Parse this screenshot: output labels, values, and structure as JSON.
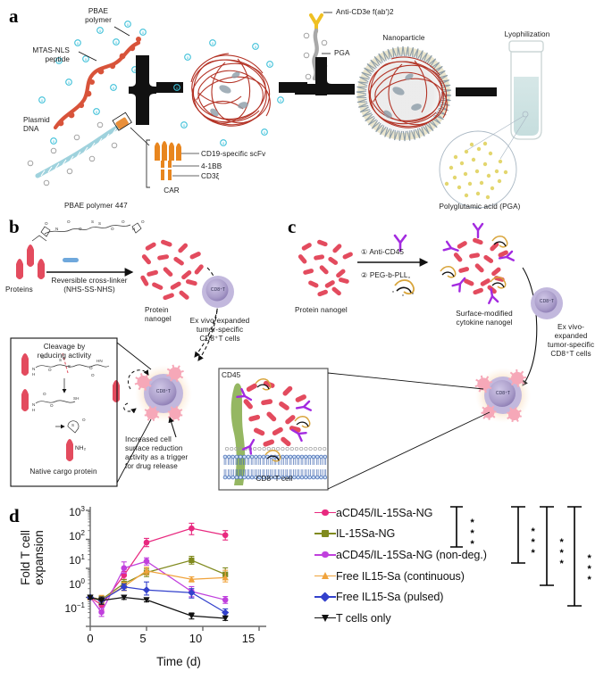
{
  "panels": {
    "a": {
      "letter": "a",
      "labels": [
        {
          "id": "pbae-polymer",
          "text": "PBAE\npolymer"
        },
        {
          "id": "mtas-nls-peptide",
          "text": "MTAS-NLS\npeptide"
        },
        {
          "id": "plasmid-dna",
          "text": "Plasmid\nDNA"
        },
        {
          "id": "cd19-scfv",
          "text": "CD19-specific scFv"
        },
        {
          "id": "4-1bb",
          "text": "4-1BB"
        },
        {
          "id": "cd3zeta",
          "text": "CD3ξ"
        },
        {
          "id": "car",
          "text": "CAR"
        },
        {
          "id": "pbae-polymer-447",
          "text": "PBAE polymer 447"
        },
        {
          "id": "anti-cd3e",
          "text": "Anti-CD3e f(ab')2"
        },
        {
          "id": "pga",
          "text": "PGA"
        },
        {
          "id": "nanoparticle",
          "text": "Nanoparticle"
        },
        {
          "id": "lyophilization",
          "text": "Lyophilization"
        },
        {
          "id": "polyglutamic-acid",
          "text": "Polyglutamic acid (PGA)"
        }
      ]
    },
    "b": {
      "letter": "b",
      "labels": [
        {
          "id": "proteins",
          "text": "Proteins"
        },
        {
          "id": "reversible-cross-linker",
          "text": "Reversible cross-linker\n(NHS-SS-NHS)"
        },
        {
          "id": "protein-nanogel",
          "text": "Protein\nnanogel"
        },
        {
          "id": "ex-vivo-expanded",
          "text": "Ex vivo-expanded\ntumor-specific\nCD8⁺T cells"
        },
        {
          "id": "cleavage-by-reducing",
          "text": "Cleavage by\nreducing activity"
        },
        {
          "id": "native-cargo-protein",
          "text": "Native cargo protein"
        },
        {
          "id": "increased-cell-surface",
          "text": "Increased cell\nsurface reduction\nactivity as a trigger\nfor drug release"
        },
        {
          "id": "cd8t-cell-badge",
          "text": "CD8⁺T"
        },
        {
          "id": "nh2-tag",
          "text": "NH₂"
        },
        {
          "id": "sh-tag",
          "text": "SH"
        },
        {
          "id": "hn-tag",
          "text": "HN"
        },
        {
          "id": "n-tag",
          "text": "N"
        },
        {
          "id": "h-tag",
          "text": "H"
        },
        {
          "id": "o-tag",
          "text": "O"
        },
        {
          "id": "s-tag",
          "text": "S"
        }
      ]
    },
    "c": {
      "letter": "c",
      "labels": [
        {
          "id": "protein-nanogel",
          "text": "Protein nanogel"
        },
        {
          "id": "step-1-anti-cd45",
          "text": "① Anti-CD45"
        },
        {
          "id": "step-2-peg-b-pll",
          "text": "② PEG-b-PLL"
        },
        {
          "id": "surface-modified",
          "text": "Surface-modified\ncytokine nanogel"
        },
        {
          "id": "ex-vivo-expanded",
          "text": "Ex vivo-\nexpanded\ntumor-specific\nCD8⁺T cells"
        },
        {
          "id": "cd45",
          "text": "CD45"
        },
        {
          "id": "cd8t-cell",
          "text": "CD8⁺T cell"
        },
        {
          "id": "cd8t-cell-badge",
          "text": "CD8⁺T"
        }
      ]
    },
    "d": {
      "letter": "d"
    }
  },
  "chart_data": {
    "type": "line",
    "title": "",
    "xlabel": "Time (d)",
    "ylabel": "Fold T cell expansion",
    "xlim": [
      0,
      15
    ],
    "ylim": [
      0.1,
      1000
    ],
    "yscale": "log",
    "xticks": [
      0,
      5,
      10,
      15
    ],
    "xticklabels": [
      "0",
      "5",
      "10",
      "15"
    ],
    "yticks": [
      0.1,
      1,
      10,
      100,
      1000
    ],
    "yticklabels": [
      "10⁻¹",
      "10⁰",
      "10¹",
      "10²",
      "10³"
    ],
    "grid": false,
    "legend_position": "right",
    "x": [
      0,
      1,
      3,
      5,
      9,
      12
    ],
    "series": [
      {
        "name": "aCD45/IL-15Sa-NG",
        "color": "#e8297f",
        "marker": "circle",
        "values": [
          1.0,
          0.55,
          5.8,
          78,
          240,
          140
        ],
        "err_low": [
          0.12,
          0.18,
          1.6,
          22,
          95,
          45
        ],
        "err_high": [
          0.14,
          0.25,
          2.0,
          30,
          120,
          60
        ]
      },
      {
        "name": "IL-15Sa-NG",
        "color": "#808a1e",
        "marker": "square",
        "values": [
          1.0,
          0.85,
          3.0,
          7.2,
          19,
          6.2
        ],
        "err_low": [
          0.12,
          0.22,
          0.9,
          2.0,
          5.0,
          2.0
        ],
        "err_high": [
          0.14,
          0.28,
          1.1,
          2.6,
          7.0,
          4.2
        ]
      },
      {
        "name": "aCD45/IL-15Sa-NG (non-deg.)",
        "color": "#c040dd",
        "marker": "circle",
        "values": [
          1.0,
          0.31,
          10.2,
          17.5,
          1.6,
          0.82
        ],
        "err_low": [
          0.12,
          0.09,
          3.4,
          4.5,
          0.55,
          0.2
        ],
        "err_high": [
          0.14,
          0.12,
          6.5,
          5.5,
          0.75,
          0.25
        ]
      },
      {
        "name": "Free IL15-Sa (continuous)",
        "color": "#f0a33c",
        "marker": "tri-up",
        "values": [
          1.0,
          0.82,
          2.4,
          8.2,
          4.2,
          4.8
        ],
        "err_low": [
          0.12,
          0.22,
          0.7,
          2.2,
          0.8,
          1.4
        ],
        "err_high": [
          0.14,
          0.35,
          0.9,
          2.8,
          0.9,
          3.8
        ]
      },
      {
        "name": "Free IL15-Sa (pulsed)",
        "color": "#3341cc",
        "marker": "diamond",
        "values": [
          1.0,
          0.78,
          2.3,
          1.8,
          1.45,
          0.3
        ],
        "err_low": [
          0.12,
          0.2,
          0.55,
          0.6,
          0.5,
          0.07
        ],
        "err_high": [
          0.14,
          0.25,
          0.6,
          1.6,
          0.55,
          0.1
        ]
      },
      {
        "name": "T cells only",
        "color": "#111111",
        "marker": "tri-dn",
        "values": [
          1.0,
          0.78,
          1.0,
          0.82,
          0.23,
          0.19
        ],
        "err_low": [
          0.12,
          0.2,
          0.15,
          0.12,
          0.05,
          0.03
        ],
        "err_high": [
          0.14,
          0.25,
          0.16,
          0.13,
          0.06,
          0.04
        ]
      }
    ],
    "significance": [
      {
        "id": "sig-1",
        "stars": "***"
      },
      {
        "id": "sig-2",
        "stars": "***"
      },
      {
        "id": "sig-3",
        "stars": "***"
      },
      {
        "id": "sig-4",
        "stars": "***"
      }
    ]
  }
}
